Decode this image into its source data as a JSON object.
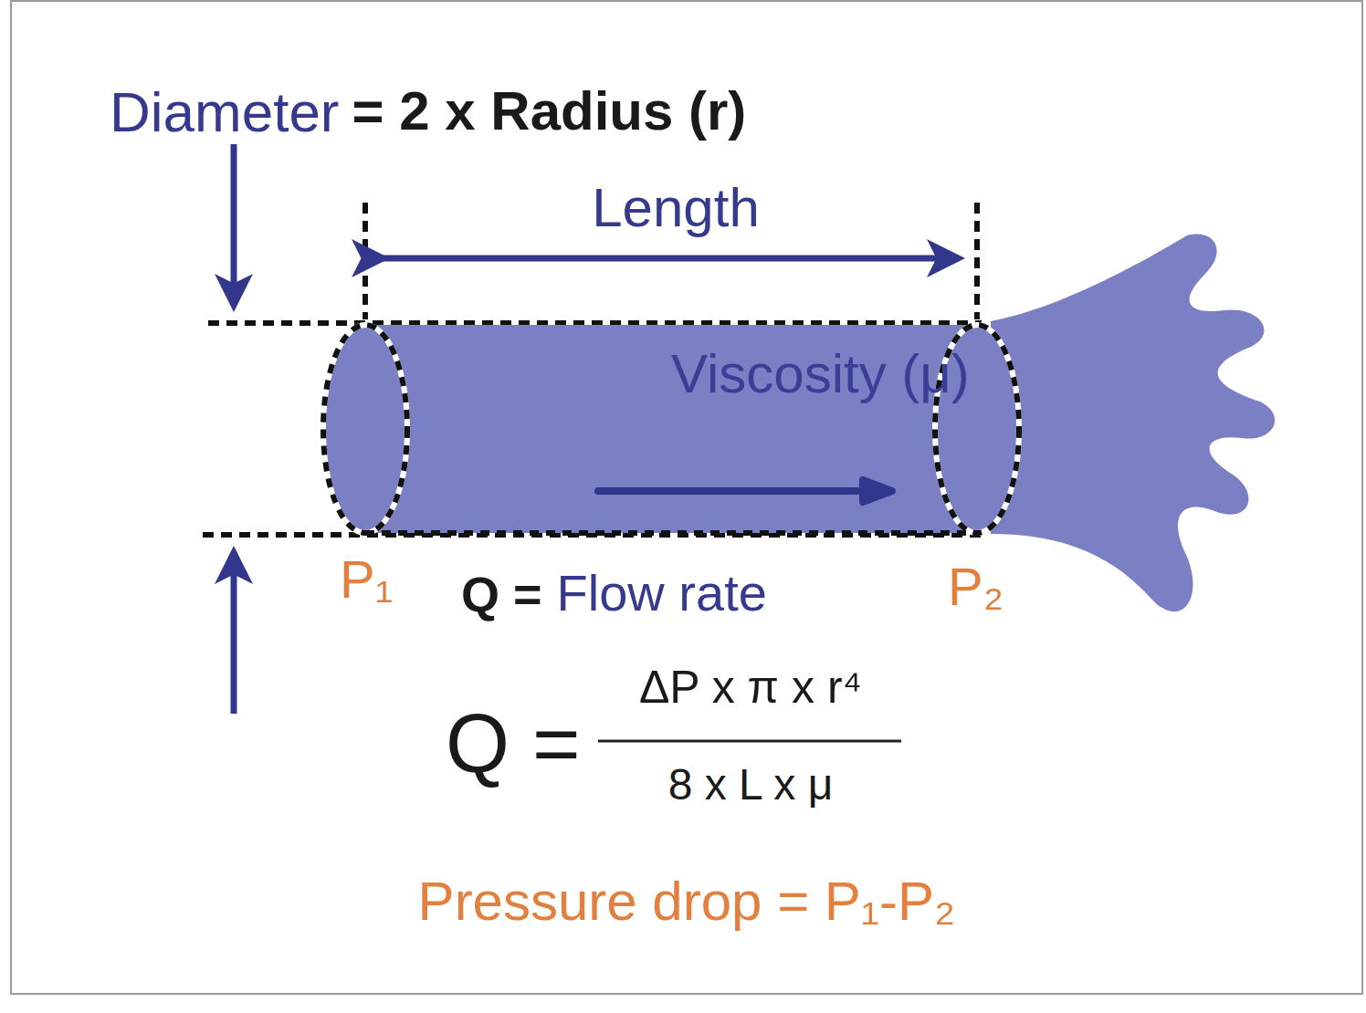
{
  "diagram": {
    "nodes": [
      {
        "text": [
          "Viscosity (μ)"
        ]
      }
    ],
    "labels": [
      "Diameter",
      "= 2 x Radius (r)",
      "Length",
      "P₁",
      "Q =",
      "Flow rate",
      "P₂",
      "Q =",
      "ΔP x π x r⁴",
      "8 x L x μ",
      "Pressure drop = P₁-P₂"
    ]
  }
}
